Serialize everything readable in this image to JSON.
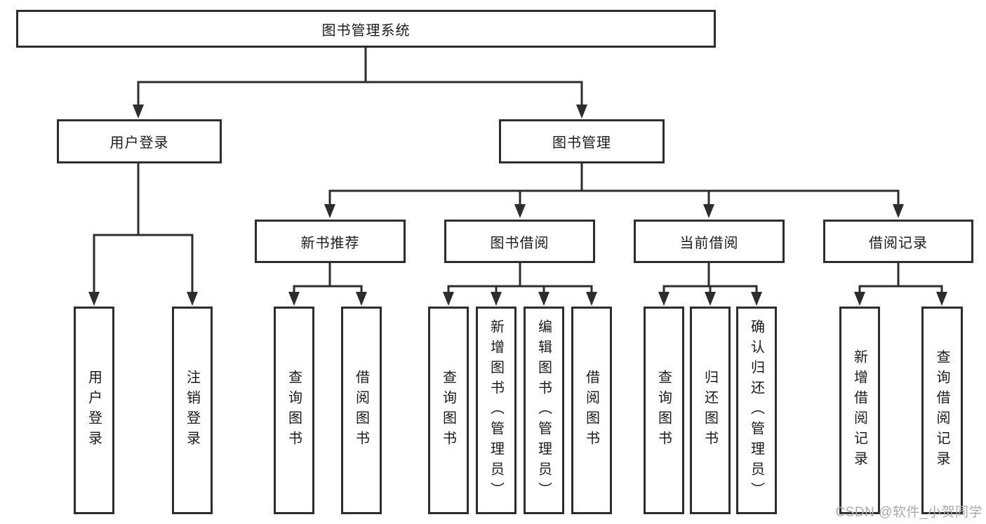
{
  "diagram": {
    "root": {
      "label": "图书管理系统"
    },
    "branches": [
      {
        "label": "用户登录",
        "children": [
          "用户登录",
          "注销登录"
        ]
      },
      {
        "label": "图书管理",
        "children": [
          {
            "label": "新书推荐",
            "children": [
              "查询图书",
              "借阅图书"
            ]
          },
          {
            "label": "图书借阅",
            "children": [
              "查询图书",
              "新增图书（管理员）",
              "编辑图书（管理员）",
              "借阅图书"
            ]
          },
          {
            "label": "当前借阅",
            "children": [
              "查询图书",
              "归还图书",
              "确认归还（管理员）"
            ]
          },
          {
            "label": "借阅记录",
            "children": [
              "新增借阅记录",
              "查询借阅记录"
            ]
          }
        ]
      }
    ]
  },
  "watermark": {
    "text": "CSDN @软件_小贺同学"
  },
  "colors": {
    "line": "#2d2d2d",
    "text": "#1b1b1b",
    "box_bg": "#ffffff",
    "watermark": "#ababab"
  }
}
